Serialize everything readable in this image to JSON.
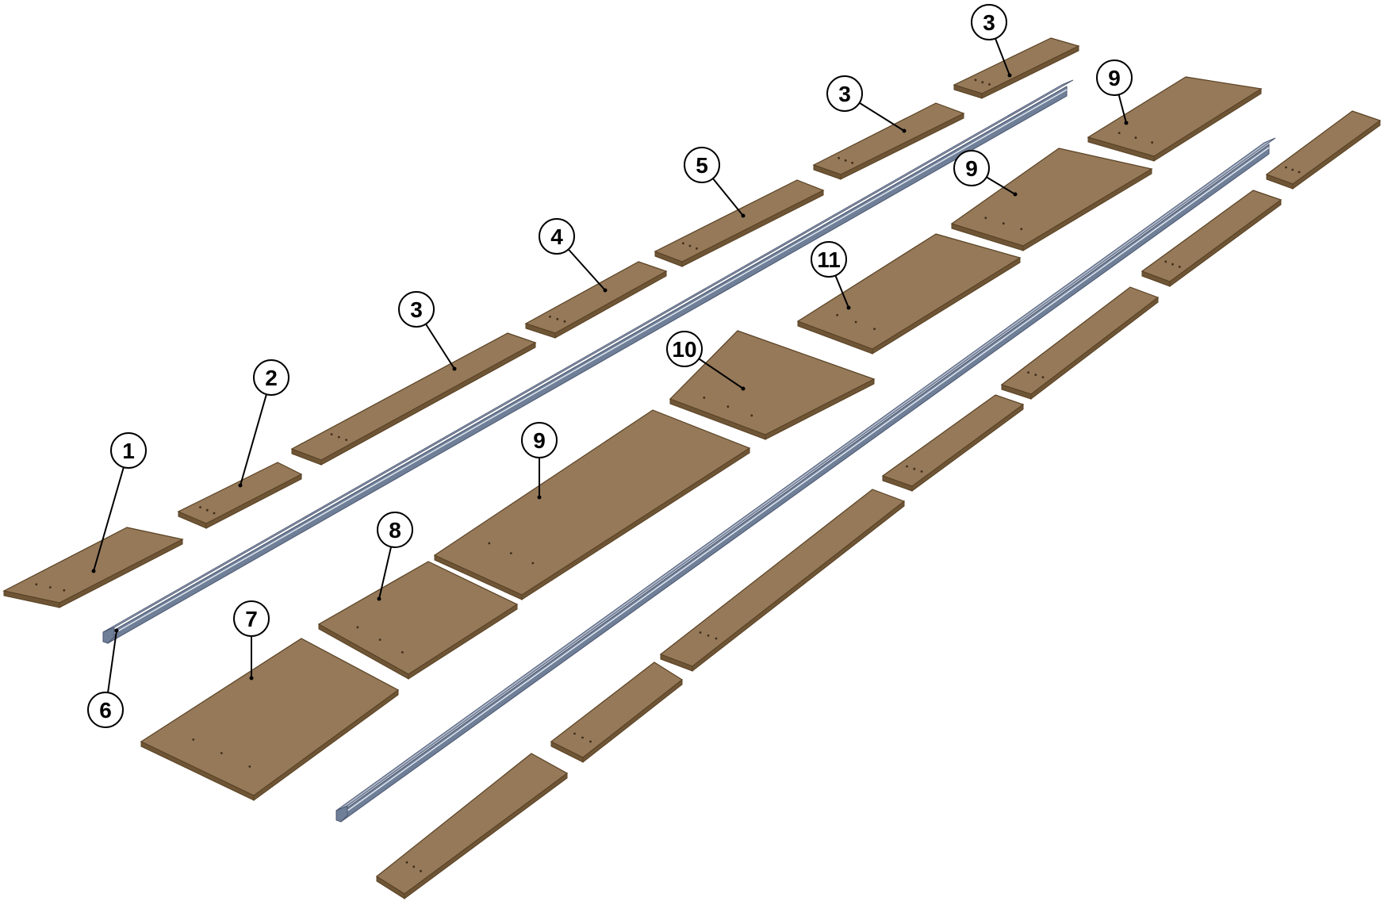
{
  "diagram": {
    "colors": {
      "board_top": "#957959",
      "board_side": "#6e5536",
      "board_edge": "#5a4224",
      "rail_top": "#a9b5c8",
      "rail_side": "#6f7f98",
      "rail_edge": "#4b5670",
      "callout_stroke": "#000000",
      "callout_fill": "#ffffff",
      "background": "#ffffff"
    },
    "callouts": [
      {
        "id": "c1",
        "label": "1"
      },
      {
        "id": "c2",
        "label": "2"
      },
      {
        "id": "c3a",
        "label": "3"
      },
      {
        "id": "c4",
        "label": "4"
      },
      {
        "id": "c5",
        "label": "5"
      },
      {
        "id": "c3b",
        "label": "3"
      },
      {
        "id": "c3c",
        "label": "3"
      },
      {
        "id": "c6",
        "label": "6"
      },
      {
        "id": "c7",
        "label": "7"
      },
      {
        "id": "c8",
        "label": "8"
      },
      {
        "id": "c9a",
        "label": "9"
      },
      {
        "id": "c10",
        "label": "10"
      },
      {
        "id": "c11",
        "label": "11"
      },
      {
        "id": "c9b",
        "label": "9"
      },
      {
        "id": "c9c",
        "label": "9"
      }
    ]
  }
}
